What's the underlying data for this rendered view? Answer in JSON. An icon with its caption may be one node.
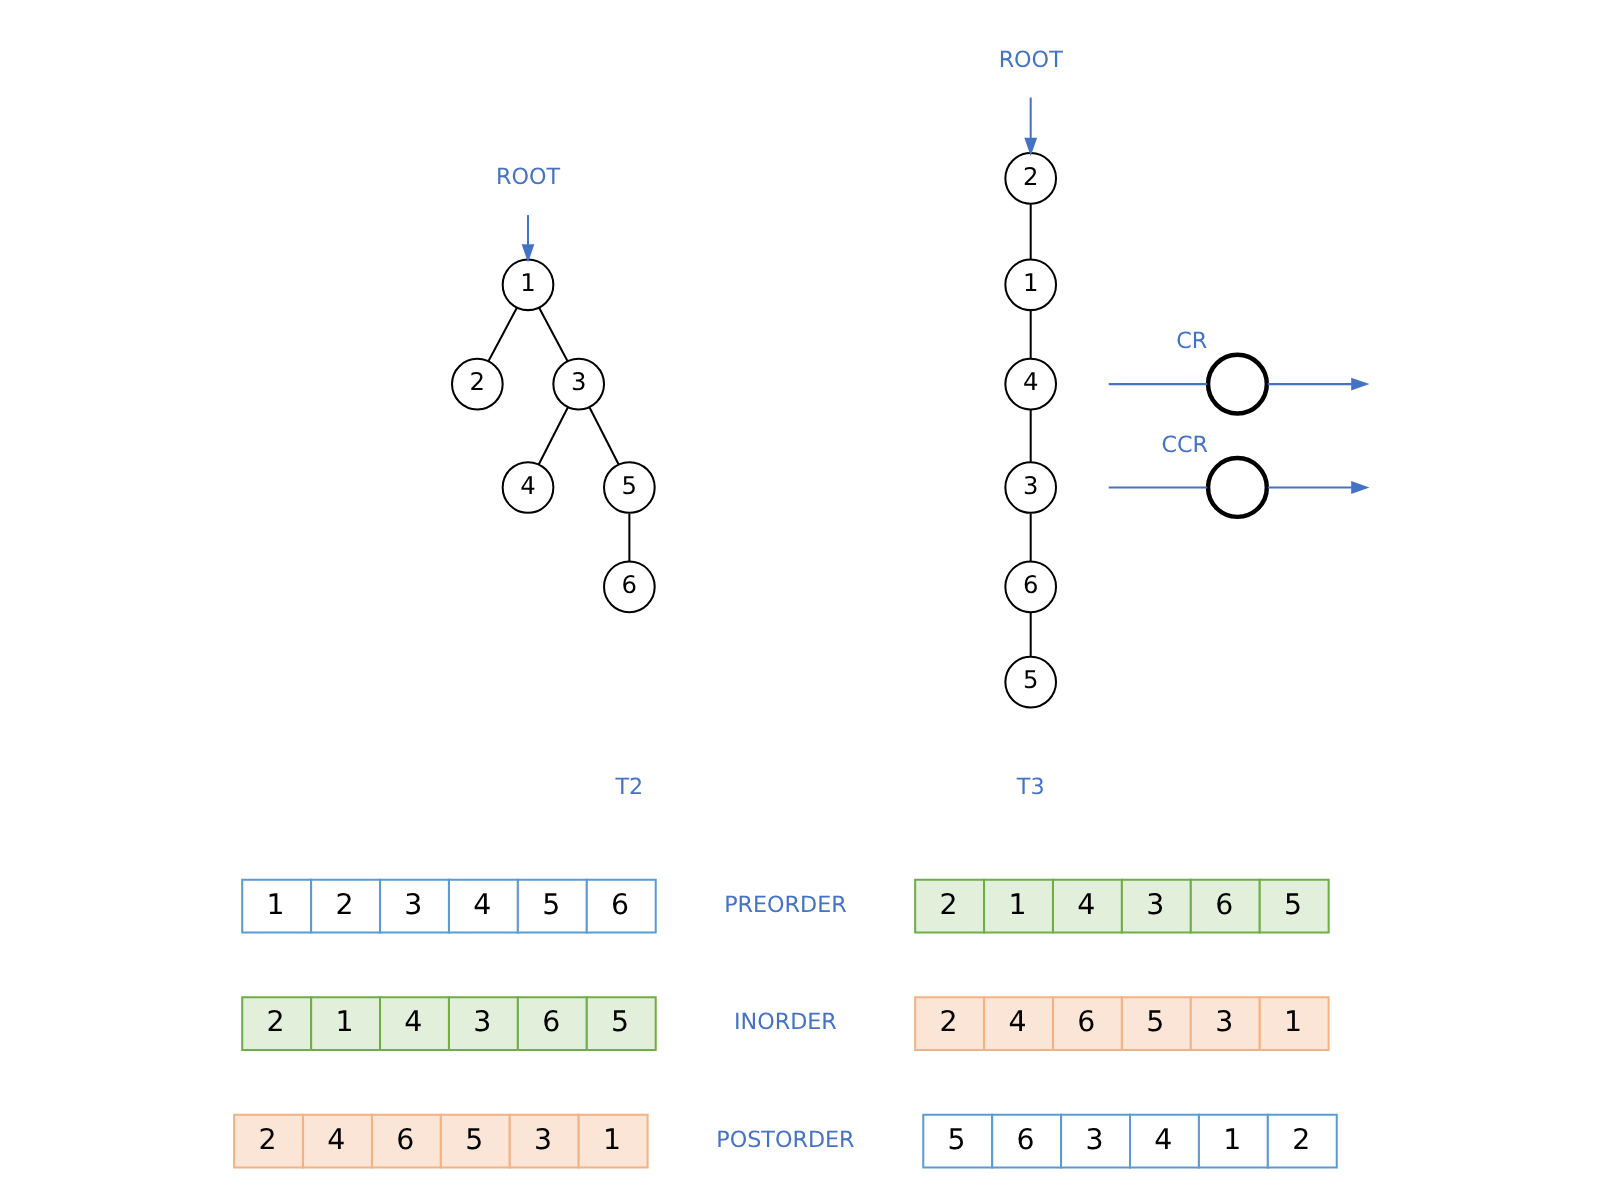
{
  "diagram": {
    "nodes": [
      {
        "text": [
          "ROOT"
        ]
      },
      {
        "text": [
          "1"
        ]
      },
      {
        "text": [
          "2"
        ]
      },
      {
        "text": [
          "3"
        ]
      },
      {
        "text": [
          "4"
        ]
      },
      {
        "text": [
          "5"
        ]
      },
      {
        "text": [
          "6"
        ]
      },
      {
        "text": [
          "ROOT"
        ]
      },
      {
        "text": [
          "2"
        ]
      },
      {
        "text": [
          "1"
        ]
      },
      {
        "text": [
          "4"
        ]
      },
      {
        "text": [
          "3"
        ]
      },
      {
        "text": [
          "6"
        ]
      },
      {
        "text": [
          "5"
        ]
      },
      {
        "text": [],
        "shape": "circle",
        "beside": [
          "CR"
        ]
      },
      {
        "text": [],
        "shape": "circle",
        "beside": [
          "CCR"
        ]
      }
    ],
    "edges": [
      {
        "from": 0,
        "to": 1,
        "arrow": "to",
        "color": "#4472c4"
      },
      {
        "from": 1,
        "to": 2,
        "arrow": "none"
      },
      {
        "from": 1,
        "to": 3,
        "arrow": "none"
      },
      {
        "from": 3,
        "to": 4,
        "arrow": "none"
      },
      {
        "from": 3,
        "to": 5,
        "arrow": "none"
      },
      {
        "from": 5,
        "to": 6,
        "arrow": "none"
      },
      {
        "from": 7,
        "to": 8,
        "arrow": "to",
        "color": "#4472c4"
      },
      {
        "from": 8,
        "to": 9,
        "arrow": "none"
      },
      {
        "from": 9,
        "to": 10,
        "arrow": "none"
      },
      {
        "from": 10,
        "to": 11,
        "arrow": "none"
      },
      {
        "from": 11,
        "to": 12,
        "arrow": "none"
      },
      {
        "from": 12,
        "to": 13,
        "arrow": "none"
      },
      {
        "from": null,
        "to": 14,
        "arrow": "none",
        "color": "#4472c4"
      },
      {
        "from": 14,
        "to": null,
        "arrow": "to",
        "color": "#4472c4"
      },
      {
        "from": null,
        "to": 15,
        "arrow": "none",
        "color": "#4472c4"
      },
      {
        "from": 15,
        "to": null,
        "arrow": "to",
        "color": "#4472c4"
      }
    ],
    "labels": [
      "T2",
      "T3",
      "1",
      "2",
      "3",
      "4",
      "5",
      "6",
      "PREORDER",
      "2",
      "1",
      "4",
      "3",
      "6",
      "5",
      "2",
      "1",
      "4",
      "3",
      "6",
      "5",
      "INORDER",
      "2",
      "4",
      "6",
      "5",
      "3",
      "1",
      "2",
      "4",
      "6",
      "5",
      "3",
      "1",
      "POSTORDER",
      "5",
      "6",
      "3",
      "4",
      "1",
      "2"
    ]
  }
}
